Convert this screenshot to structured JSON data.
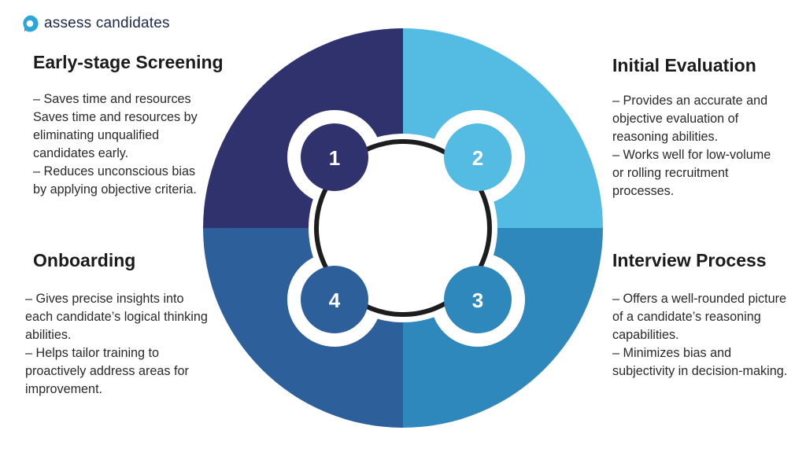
{
  "brand": {
    "name": "assess candidates",
    "logo_icon": "location-pin-icon",
    "accent": "#2aa7d6"
  },
  "stages": [
    {
      "number": "1",
      "title": "Early-stage Screening",
      "color": "#2f326c",
      "points": [
        "– Saves time and resources Saves time and resources by eliminating unqualified candidates early.",
        "– Reduces unconscious bias by applying objective criteria."
      ]
    },
    {
      "number": "2",
      "title": "Initial Evaluation",
      "color": "#54bce2",
      "points": [
        "– Provides an accurate and objective evaluation of reasoning abilities.",
        "– Works well for low-volume or rolling recruitment processes."
      ]
    },
    {
      "number": "3",
      "title": "Interview Process",
      "color": "#2f88bb",
      "points": [
        "– Offers a well-rounded picture of a candidate’s reasoning capabilities.",
        "– Minimizes bias and subjectivity in decision-making."
      ]
    },
    {
      "number": "4",
      "title": "Onboarding",
      "color": "#2d5f9a",
      "points": [
        "– Gives precise insights into each candidate’s logical thinking abilities.",
        "– Helps tailor training to proactively address areas for improvement."
      ]
    }
  ]
}
